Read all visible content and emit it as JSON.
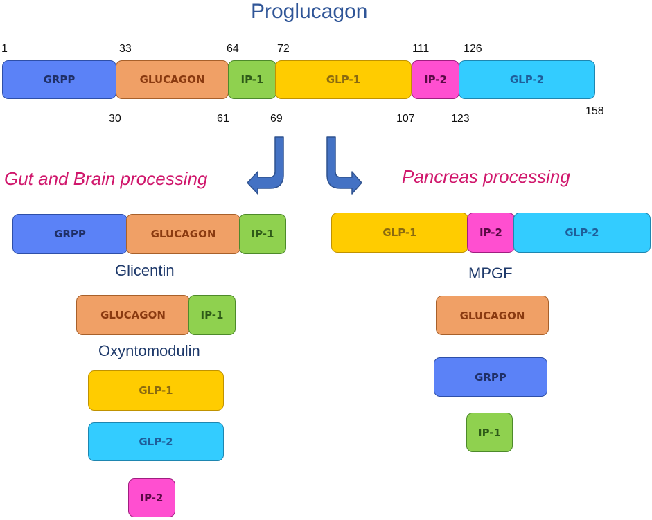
{
  "title": "Proglucagon",
  "segment_labels": {
    "grpp": "GRPP",
    "glucagon": "GLUCAGON",
    "ip1": "IP-1",
    "glp1": "GLP-1",
    "ip2": "IP-2",
    "glp2": "GLP-2"
  },
  "positions_top": [
    "1",
    "33",
    "64",
    "72",
    "111",
    "126"
  ],
  "positions_bottom": [
    "30",
    "61",
    "69",
    "107",
    "123",
    "158"
  ],
  "left_branch": {
    "title": "Gut and Brain processing",
    "glicentin_label": "Glicentin",
    "oxyntomodulin_label": "Oxyntomodulin"
  },
  "right_branch": {
    "title": "Pancreas processing",
    "mpgf_label": "MPGF"
  },
  "colors": {
    "grpp": "#5B82F7",
    "glucagon": "#F0A066",
    "ip1": "#8FD14F",
    "glp1": "#FFCC00",
    "ip2": "#FF4FD0",
    "glp2": "#33CCFF",
    "arrow": "#4472C4",
    "title": "#2F5597",
    "processing_text": "#D0176C"
  }
}
